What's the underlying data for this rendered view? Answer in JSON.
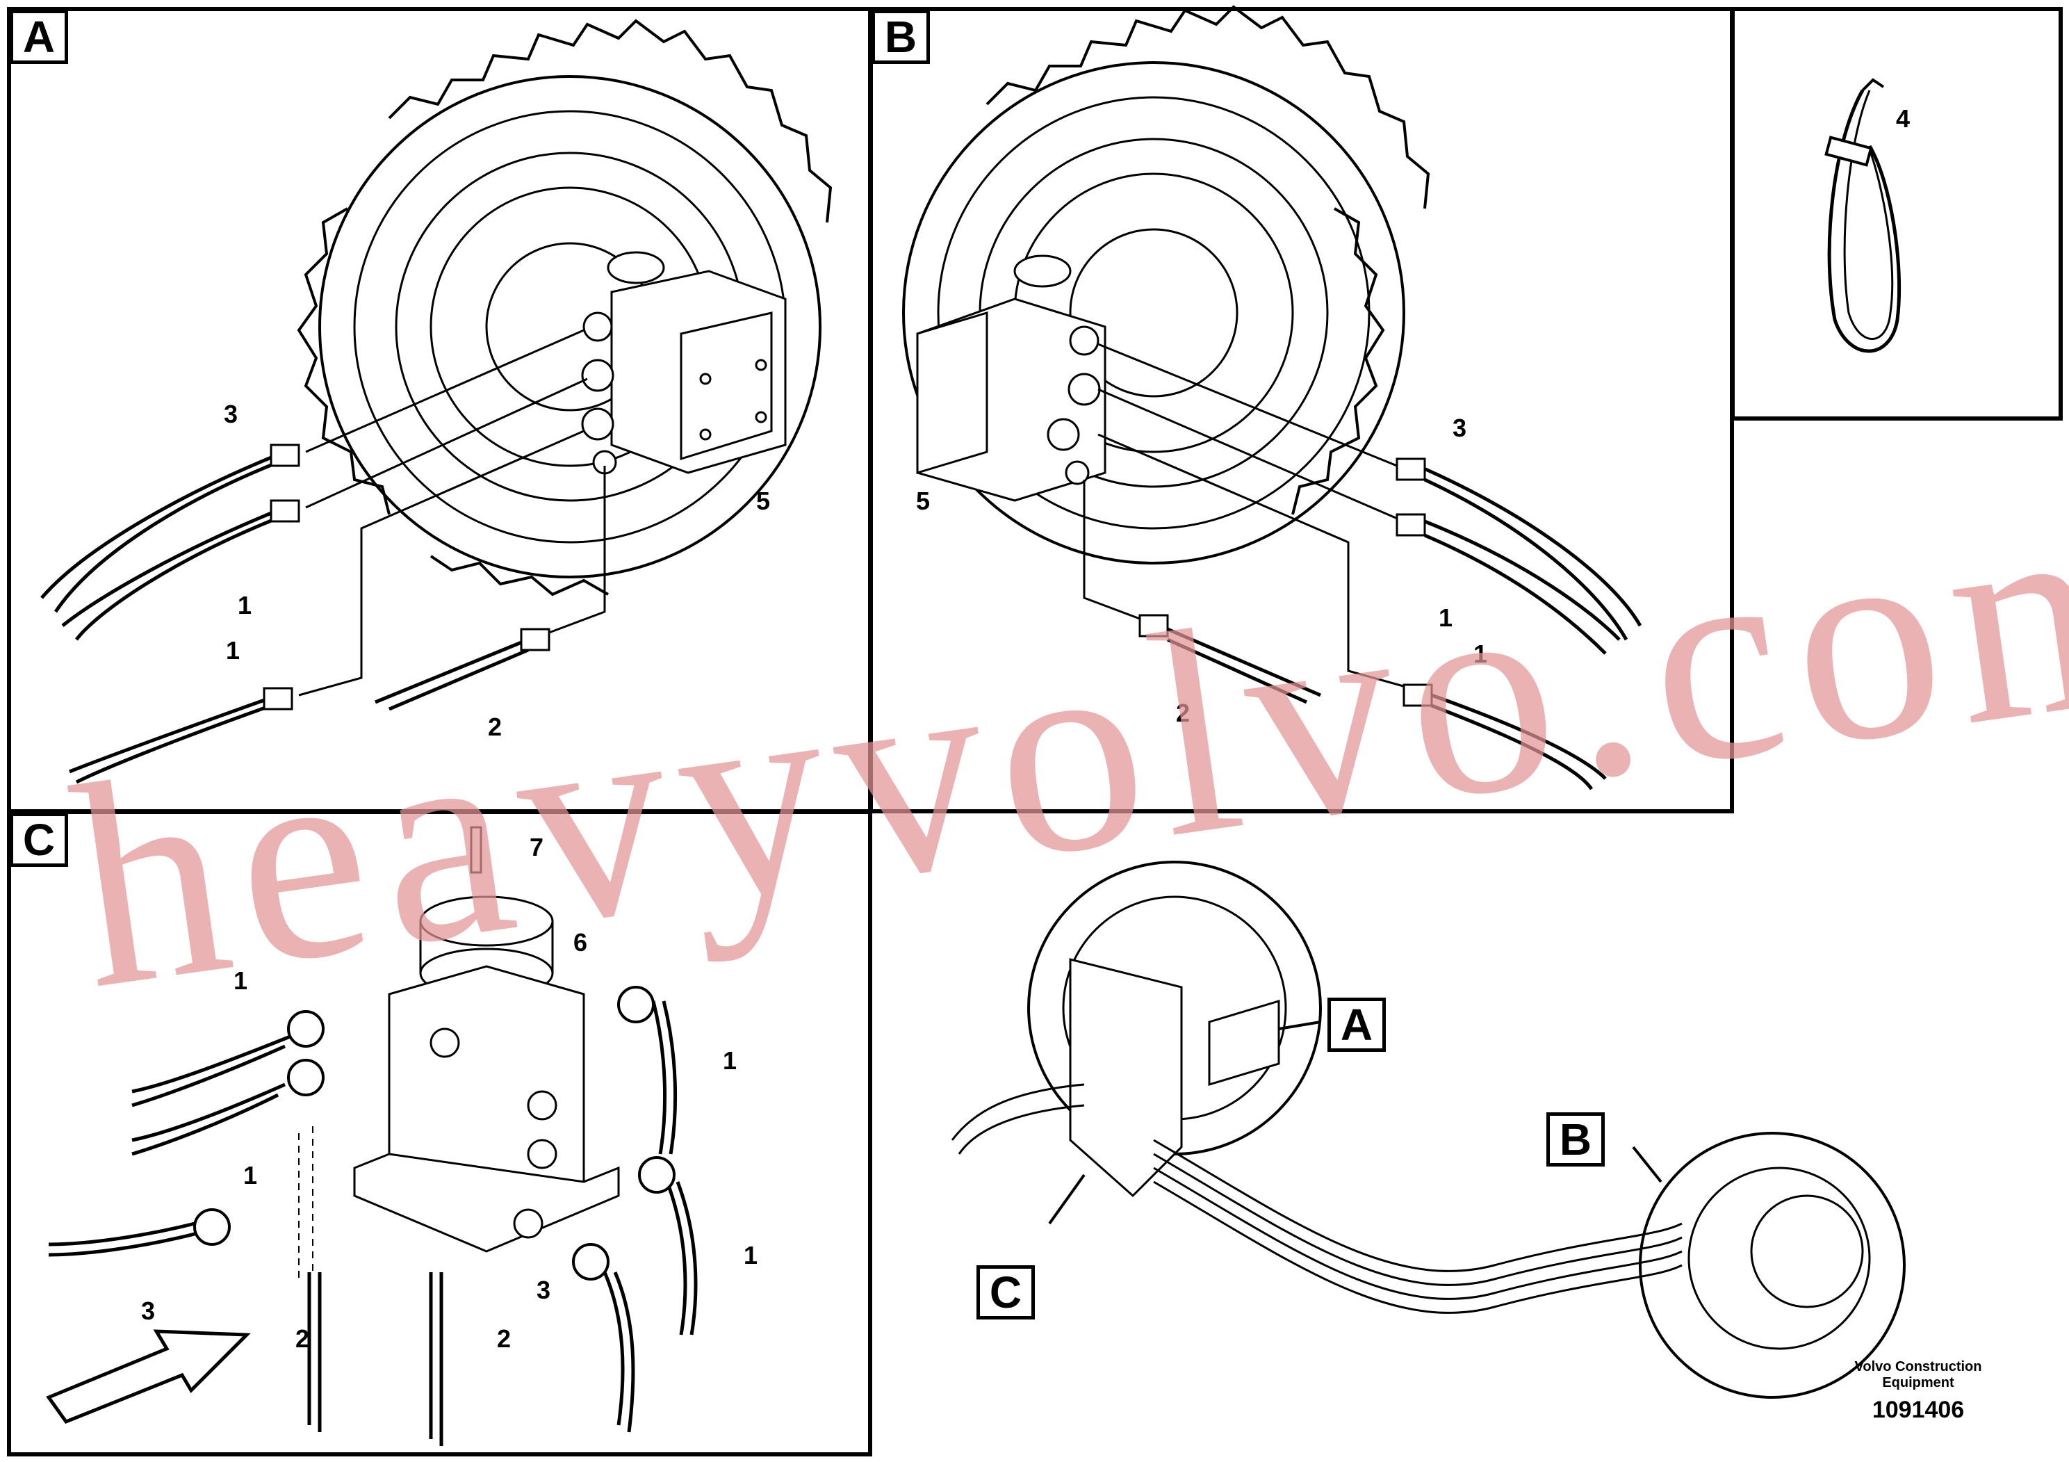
{
  "panels": {
    "a": {
      "tag": "A"
    },
    "b": {
      "tag": "B"
    },
    "c": {
      "tag": "C"
    }
  },
  "callouts": {
    "a": [
      "3",
      "1",
      "1",
      "2",
      "5"
    ],
    "b": [
      "3",
      "1",
      "1",
      "2",
      "5"
    ],
    "tie": [
      "4"
    ],
    "c": [
      "7",
      "6",
      "1",
      "1",
      "1",
      "1",
      "3",
      "3",
      "2",
      "2"
    ],
    "overview": [
      "A",
      "B",
      "C"
    ]
  },
  "footer": {
    "line1": "Volvo Construction",
    "line2": "Equipment",
    "drawing_no": "1091406"
  },
  "watermark": "heavyvolvo.com",
  "colors": {
    "line": "#000000",
    "watermark": "#e29595",
    "background": "#ffffff"
  }
}
